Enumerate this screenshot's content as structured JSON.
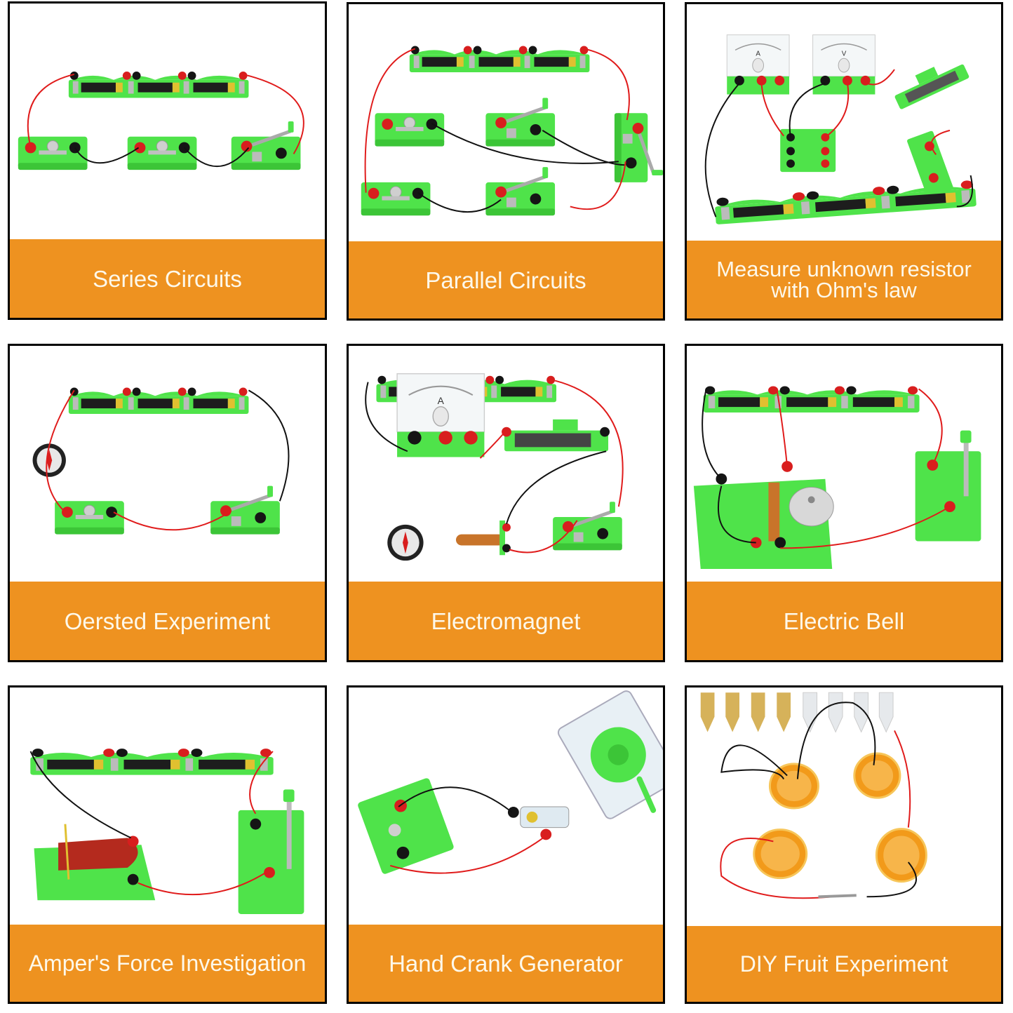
{
  "colors": {
    "label_band": "#ee9220",
    "label_text": "#fdf8ea",
    "border": "#000000",
    "board_green": "#4fe34a",
    "terminal_red": "#d81e1e",
    "terminal_black": "#151515",
    "wire_red": "#e01b1b",
    "wire_black": "#111111"
  },
  "panels": [
    {
      "id": "series",
      "label": "Series Circuits",
      "scene": "series-circuit-kit"
    },
    {
      "id": "parallel",
      "label": "Parallel Circuits",
      "scene": "parallel-circuit-kit"
    },
    {
      "id": "ohms",
      "label_line1": "Measure unknown resistor",
      "label_line2": "with Ohm's law",
      "scene": "ohms-law-kit",
      "meter_a": "A",
      "meter_v": "V"
    },
    {
      "id": "oersted",
      "label": "Oersted Experiment",
      "scene": "oersted-kit"
    },
    {
      "id": "electromagnet",
      "label": "Electromagnet",
      "scene": "electromagnet-kit",
      "meter_a": "A"
    },
    {
      "id": "bell",
      "label": "Electric Bell",
      "scene": "electric-bell-kit"
    },
    {
      "id": "ampere",
      "label": "Amper's Force Investigation",
      "scene": "ampere-force-kit"
    },
    {
      "id": "generator",
      "label": "Hand Crank Generator",
      "scene": "hand-crank-generator-kit"
    },
    {
      "id": "fruit",
      "label": "DIY Fruit Experiment",
      "scene": "fruit-battery-kit"
    }
  ]
}
